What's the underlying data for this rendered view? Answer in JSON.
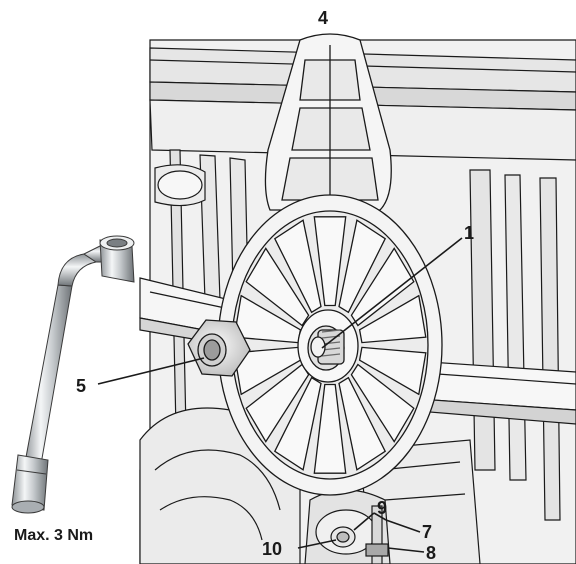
{
  "callouts": {
    "c1": "1",
    "c4": "4",
    "c5": "5",
    "c7": "7",
    "c8": "8",
    "c9": "9",
    "c10": "10"
  },
  "tool": {
    "name": "l-shaped-socket-wrench",
    "torque_label": "Max. 3 Nm"
  },
  "colors": {
    "line": "#1a1a1a",
    "housing": "#f3f3f3",
    "shadow": "#c9c9c9",
    "metal": "#cfd3d6"
  }
}
